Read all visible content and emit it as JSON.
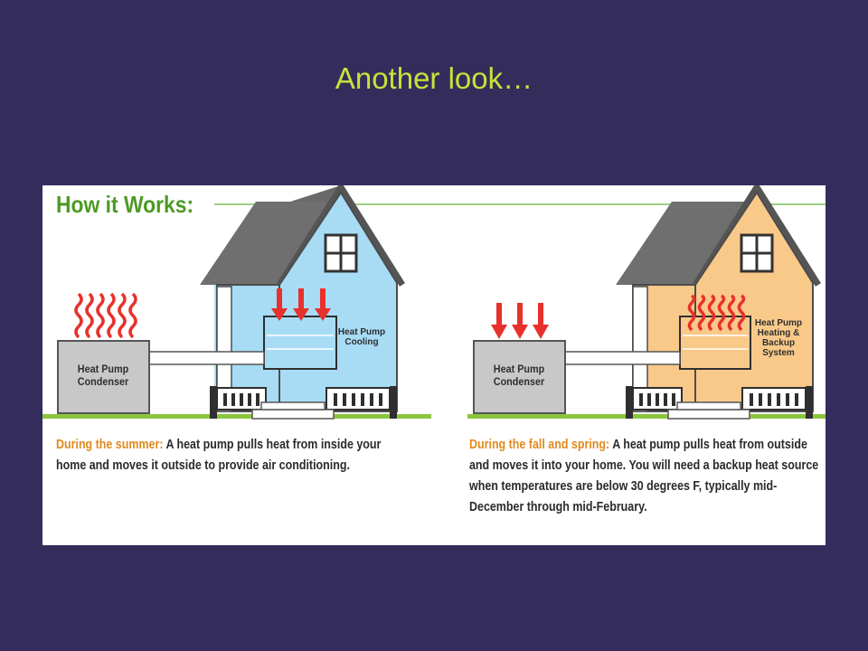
{
  "slide": {
    "title": "Another look…"
  },
  "diagram": {
    "heading": "How it Works:",
    "summer": {
      "condenser_label": "Heat Pump Condenser",
      "unit_label": "Heat Pump Cooling",
      "caption_lead": "During the summer:",
      "caption_text": " A heat pump pulls heat from inside your home and moves it outside to provide air conditioning."
    },
    "fall_spring": {
      "condenser_label": "Heat Pump Condenser",
      "unit_label": "Heat Pump Heating & Backup System",
      "caption_lead": "During the fall and spring:",
      "caption_text": " A heat pump pulls heat from outside and moves it into your home. You will need a backup heat source when temperatures are below 30 degrees F, typically mid-December through mid-February."
    }
  },
  "colors": {
    "background": "#342d5c",
    "title": "#c6e33a",
    "heading_green": "#4d9a24",
    "caption_lead_orange": "#e08a1e",
    "summer_house": "#a8dcf5",
    "winter_house": "#f9c98a",
    "heat_red": "#e8312c",
    "roof_gray": "#6a6a6a"
  },
  "icons": [
    "heat-wave-icon",
    "arrow-down-icon",
    "window-icon"
  ]
}
